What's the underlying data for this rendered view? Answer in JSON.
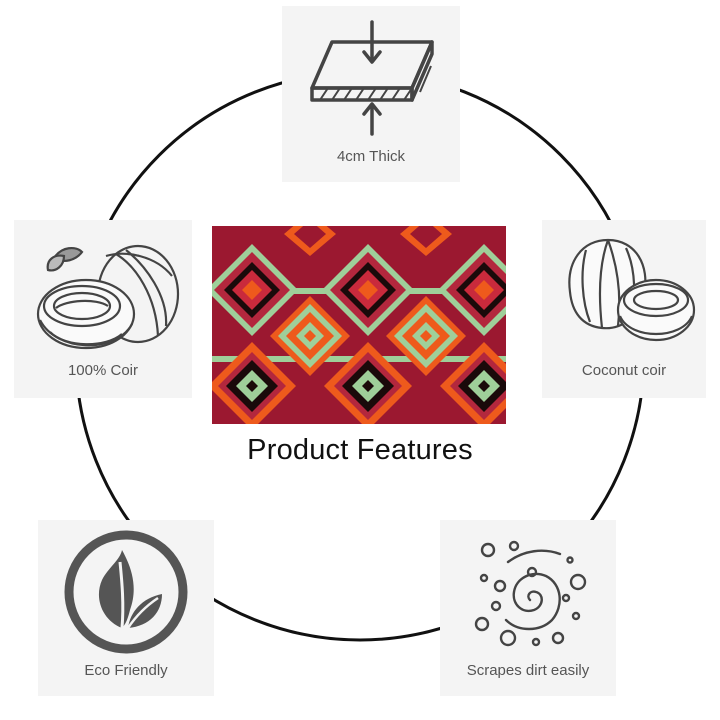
{
  "title": "Product Features",
  "colors": {
    "ring": "#111111",
    "card_bg": "#f4f4f4",
    "icon_stroke": "#444444",
    "mat_red": "#9b1830",
    "mat_orange": "#ee5a1c",
    "mat_green": "#9fcf99",
    "mat_black": "#1a0a0a"
  },
  "features": [
    {
      "label": "4cm Thick",
      "icon": "thickness-icon"
    },
    {
      "label": "100% Coir",
      "icon": "coconut-sketch-icon"
    },
    {
      "label": "Coconut coir",
      "icon": "coconut-halves-icon"
    },
    {
      "label": "Eco Friendly",
      "icon": "leaf-circle-icon"
    },
    {
      "label": "Scrapes dirt easily",
      "icon": "spiral-dots-icon"
    }
  ]
}
